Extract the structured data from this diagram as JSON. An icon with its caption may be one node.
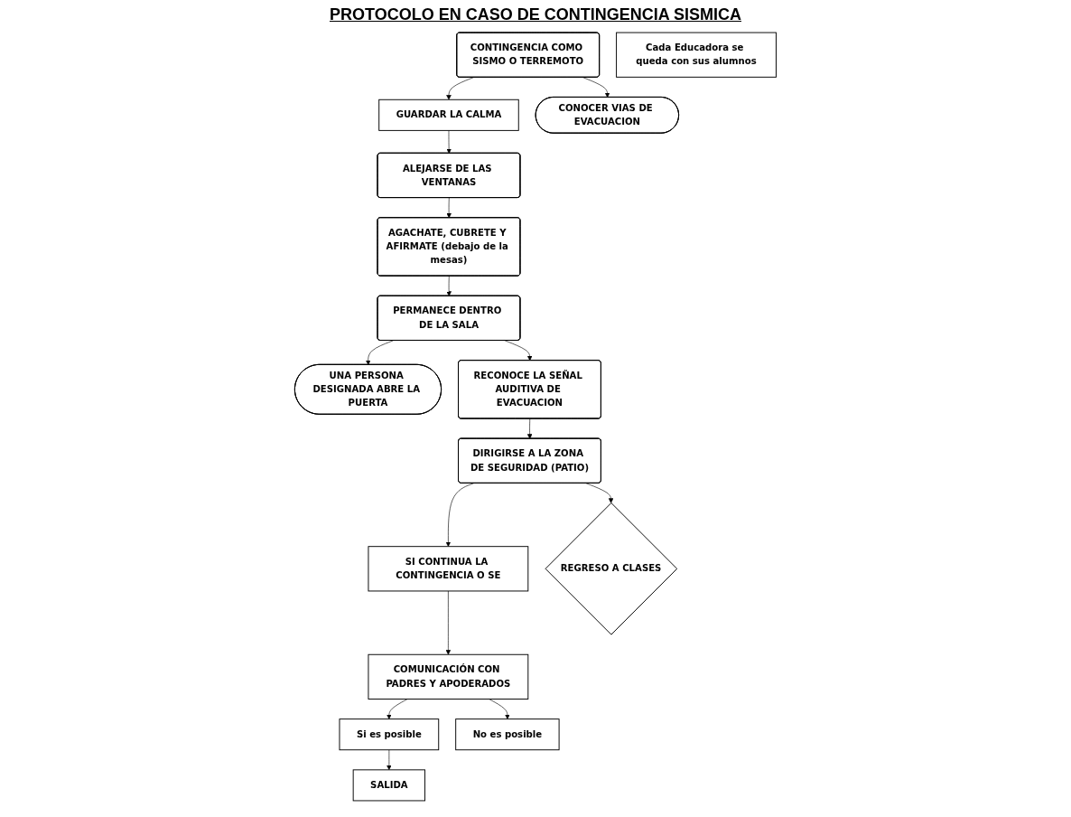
{
  "diagram": {
    "title": "PROTOCOLO EN CASO DE CONTINGENCIA SISMICA",
    "nodes": [
      {
        "text": [
          "CONTINGENCIA COMO SISMO O TERREMOTO"
        ]
      },
      {
        "text": [
          "GUARDAR LA CALMA"
        ]
      },
      {
        "text": [
          "CONOCER VIAS DE EVACUACION"
        ]
      },
      {
        "text": [
          "ALEJARSE DE LAS VENTANAS"
        ]
      },
      {
        "text": [
          "AGACHATE, CUBRETE Y AFIRMATE (debajo de la mesas)"
        ]
      },
      {
        "text": [
          "PERMANECE DENTRO DE LA SALA"
        ]
      },
      {
        "text": [
          "UNA PERSONA DESIGNADA ABRE LA PUERTA"
        ]
      },
      {
        "text": [
          "SI CONTINUA LA CONTINGENCIA O SE"
        ]
      },
      {
        "text": [
          "RECONOCE LA SEÑAL AUDITIVA DE EVACUACION"
        ]
      },
      {
        "text": [
          "COMUNICACIÓN CON PADRES Y APODERADOS"
        ]
      },
      {
        "text": [
          "REGRESO A CLASES"
        ]
      },
      {
        "text": [
          "DIRIGIRSE A LA ZONA DE SEGURIDAD (PATIO)"
        ]
      },
      {
        "text": [
          "Si es posible"
        ]
      },
      {
        "text": [
          "No es posible"
        ]
      },
      {
        "text": [
          "SALIDA"
        ]
      },
      {
        "text": [
          "Cada Educadora se queda con sus alumnos"
        ]
      }
    ],
    "edges": [
      {
        "from": 0,
        "to": 1,
        "arrow": "to"
      },
      {
        "from": 0,
        "to": 2,
        "arrow": "to"
      },
      {
        "from": 1,
        "to": 3,
        "arrow": "to"
      },
      {
        "from": 3,
        "to": 4,
        "arrow": "to"
      },
      {
        "from": 4,
        "to": 5,
        "arrow": "to"
      },
      {
        "from": 5,
        "to": 6,
        "arrow": "to"
      },
      {
        "from": 5,
        "to": 8,
        "arrow": "to"
      },
      {
        "from": 8,
        "to": 11,
        "arrow": "to"
      },
      {
        "from": 11,
        "to": 10,
        "arrow": "to"
      },
      {
        "from": 11,
        "to": 7,
        "arrow": "to"
      },
      {
        "from": 7,
        "to": 9,
        "arrow": "to"
      },
      {
        "from": 9,
        "to": 12,
        "arrow": "to"
      },
      {
        "from": 9,
        "to": 13,
        "arrow": "to"
      },
      {
        "from": 12,
        "to": 14,
        "arrow": "to"
      }
    ]
  }
}
